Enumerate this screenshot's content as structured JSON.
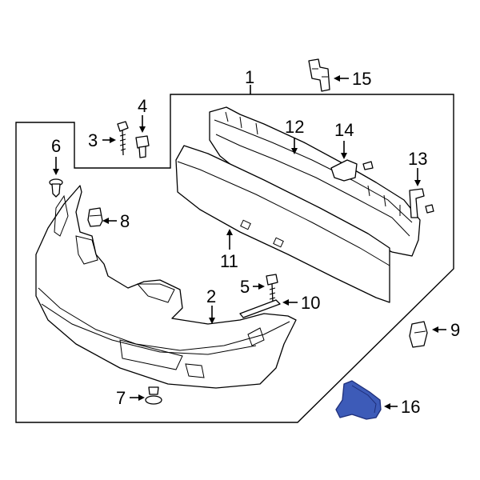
{
  "callouts": [
    {
      "id": "1",
      "label": "1"
    },
    {
      "id": "2",
      "label": "2"
    },
    {
      "id": "3",
      "label": "3"
    },
    {
      "id": "4",
      "label": "4"
    },
    {
      "id": "5",
      "label": "5"
    },
    {
      "id": "6",
      "label": "6"
    },
    {
      "id": "7",
      "label": "7"
    },
    {
      "id": "8",
      "label": "8"
    },
    {
      "id": "9",
      "label": "9"
    },
    {
      "id": "10",
      "label": "10"
    },
    {
      "id": "11",
      "label": "11"
    },
    {
      "id": "12",
      "label": "12"
    },
    {
      "id": "13",
      "label": "13"
    },
    {
      "id": "14",
      "label": "14"
    },
    {
      "id": "15",
      "label": "15"
    },
    {
      "id": "16",
      "label": "16"
    }
  ],
  "colors": {
    "highlight_part": "#3d5bb8",
    "highlight_outline": "#1f2f7a",
    "line": "#000000",
    "background": "#ffffff"
  },
  "highlighted_callout": "16"
}
